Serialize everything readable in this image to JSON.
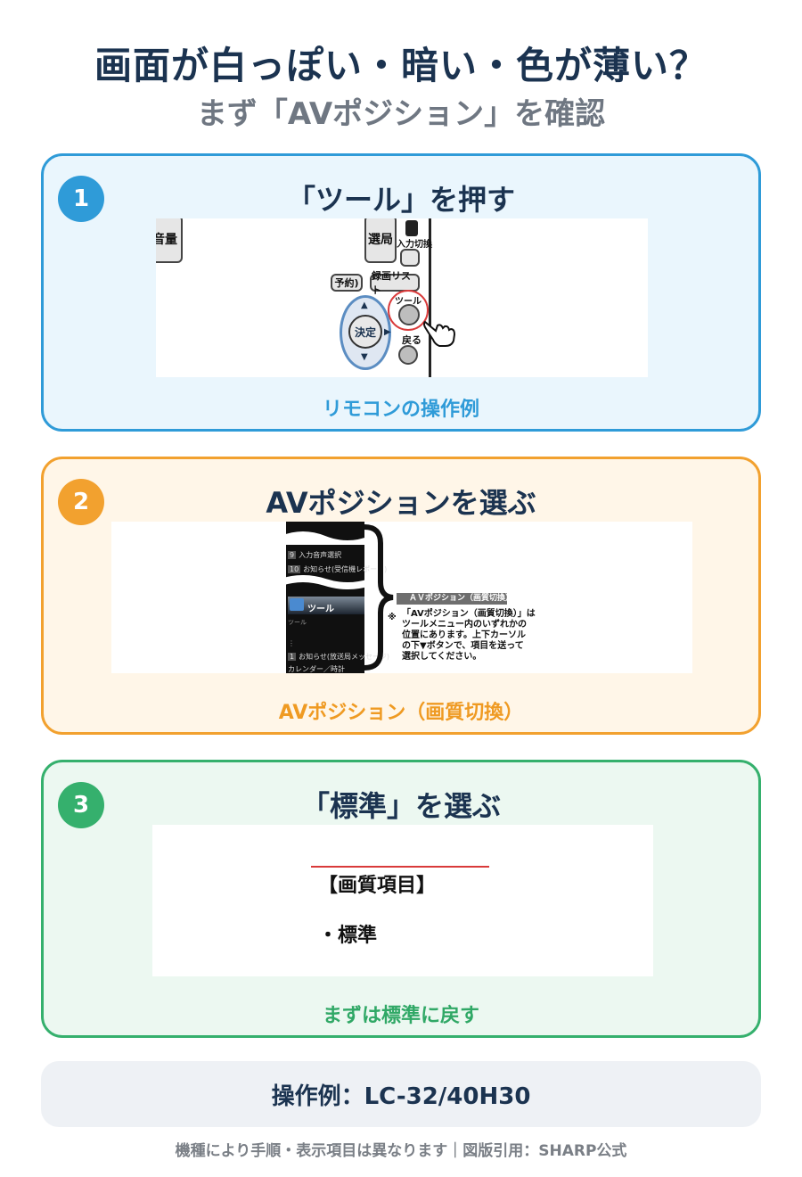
{
  "header": {
    "title": "画面が白っぽい・暗い・色が薄い？",
    "subtitle": "まず「AVポジション」を確認"
  },
  "steps": [
    {
      "number": "1",
      "title": "「ツール」を押す",
      "caption": "リモコンの操作例",
      "remote": {
        "volume": "音量",
        "channel": "選局",
        "input_switch": "入力切換",
        "reserve": "予約)",
        "record_list": "録画リスト",
        "tool": "ツール",
        "enter": "決定",
        "back": "戻る"
      }
    },
    {
      "number": "2",
      "title": "AVポジションを選ぶ",
      "caption": "AVポジション（画質切換）",
      "menu": {
        "item_9": "入力音声選択",
        "item_10": "お知らせ(受信機レポート)",
        "tool_header": "ツール",
        "tool_sub": "ツール",
        "item_1": "お知らせ(放送局メッセージ)",
        "item_2": "カレンダー／時計"
      },
      "menu_numbers": [
        "9",
        "10",
        "1"
      ],
      "label_box": "ＡＶポジション（画質切換）",
      "note_mark": "※",
      "note_lines": [
        "「AVポジション（画質切換）」は",
        "ツールメニュー内のいずれかの",
        "位置にあります。上下カーソル",
        "の下▼ボタンで、項目を送って",
        "選択してください。"
      ]
    },
    {
      "number": "3",
      "title": "「標準」を選ぶ",
      "caption": "まずは標準に戻す",
      "section_label": "【画質項目】",
      "option": "・標準"
    }
  ],
  "footer": {
    "model": "操作例：LC-32/40H30",
    "note": "機種により手順・表示項目は異なります｜図版引用：SHARP公式"
  },
  "colors": {
    "step1": "#2f9bd8",
    "step2": "#f2a12f",
    "step3": "#35b06d",
    "navy": "#1b3350"
  }
}
